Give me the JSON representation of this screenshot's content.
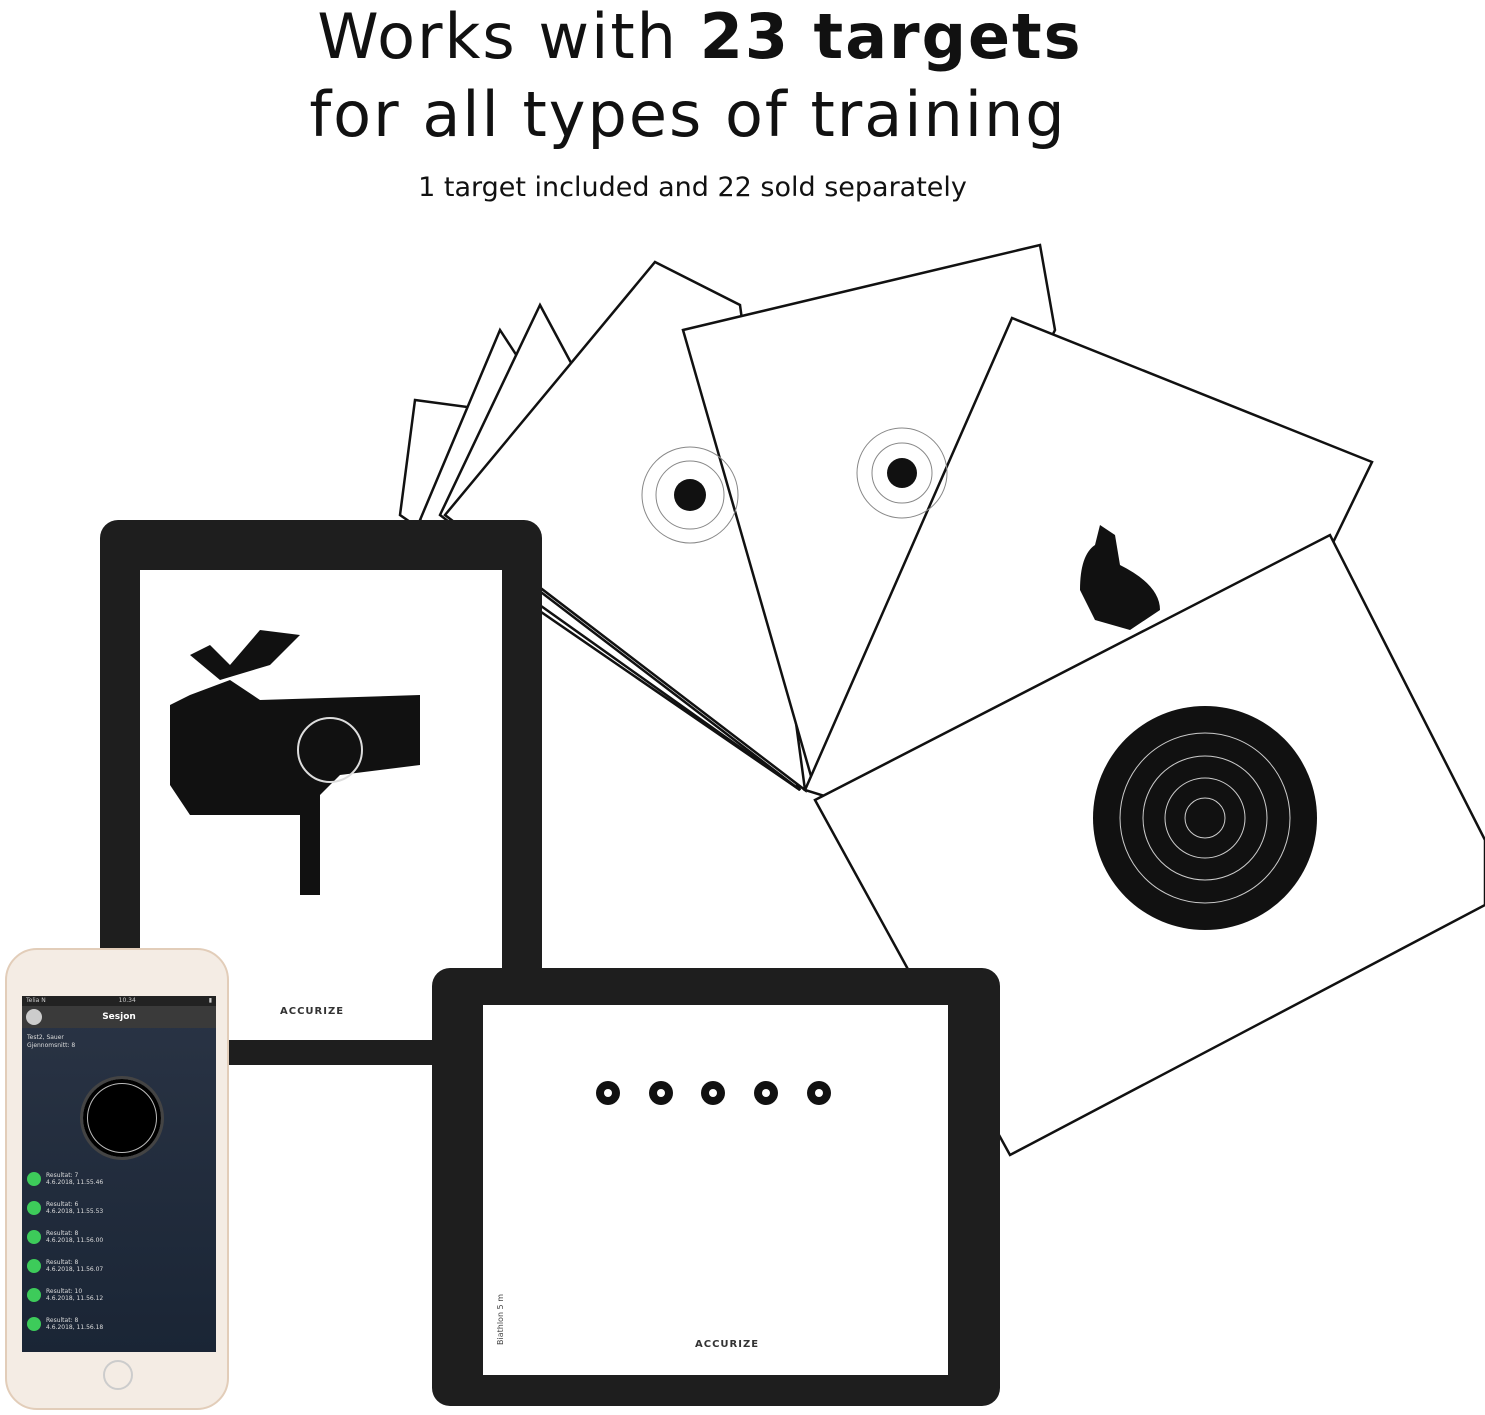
{
  "headline": {
    "line1_prefix": "Works with ",
    "line1_bold": "23 targets",
    "line2": "for all types of training"
  },
  "subtitle": "1 target included and 22 sold separately",
  "brand": "ACCURIZE",
  "tablet_target_label": "Biathlon 5 m",
  "phone": {
    "carrier": "Telia N",
    "time": "10.34",
    "title": "Sesjon",
    "info_line1": "Test2, Sauer",
    "info_line2": "Gjennomsnitt: 8",
    "results": [
      {
        "label": "Resultat: 7",
        "time": "4.6.2018, 11.55.46"
      },
      {
        "label": "Resultat: 6",
        "time": "4.6.2018, 11.55.53"
      },
      {
        "label": "Resultat: 8",
        "time": "4.6.2018, 11.56.00"
      },
      {
        "label": "Resultat: 8",
        "time": "4.6.2018, 11.56.07"
      },
      {
        "label": "Resultat: 10",
        "time": "4.6.2018, 11.56.12"
      },
      {
        "label": "Resultat: 8",
        "time": "4.6.2018, 11.56.18"
      }
    ]
  }
}
